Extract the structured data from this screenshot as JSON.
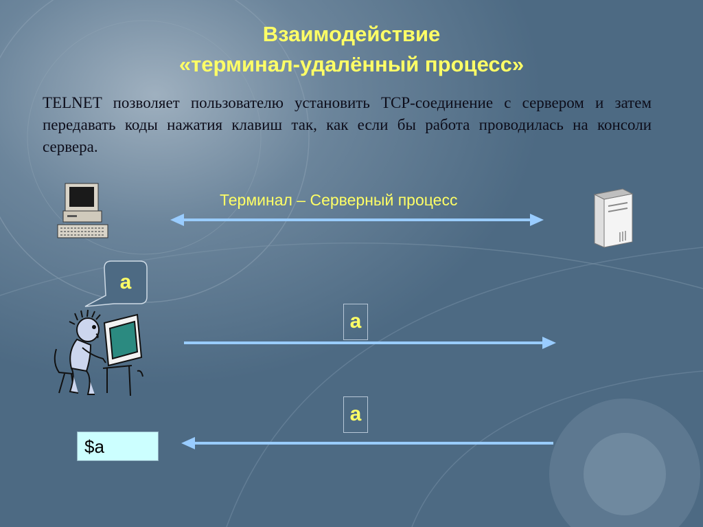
{
  "title": {
    "line1": "Взаимодействие",
    "line2": "«терминал-удалённый процесс»"
  },
  "paragraph": "TELNET позволяет пользователю установить TCP-соединение с сервером и затем передавать коды нажатия клавиш так, как если бы работа проводилась на консоли сервера.",
  "arrow_label": "Терминал – Серверный процесс",
  "speech_char": "a",
  "packet_forward": "a",
  "packet_back": "a",
  "terminal_output": "$a",
  "colors": {
    "title": "#ffff66",
    "arrow": "#99ccff",
    "terminal_bg": "#ccffff",
    "background": "#4d6a83"
  }
}
